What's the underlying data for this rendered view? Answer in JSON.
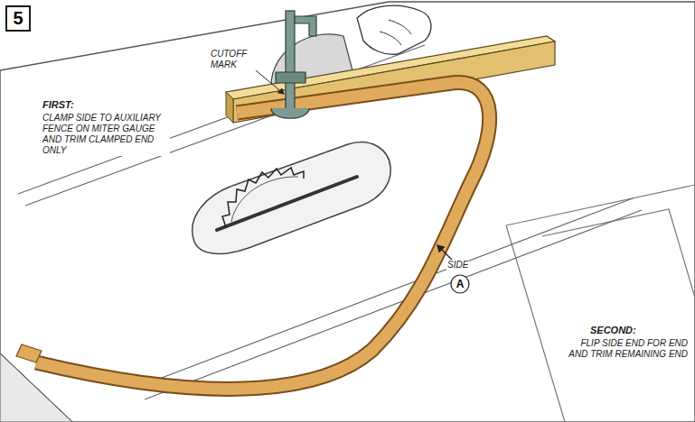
{
  "diagram": {
    "nodes": [
      {
        "text": [
          "5"
        ]
      },
      {
        "text": [
          "A"
        ]
      }
    ],
    "labels": [
      "CUTOFF MARK",
      "FIRST:",
      "CLAMP SIDE TO AUXILIARY FENCE ON MITER GAUGE AND TRIM CLAMPED END ONLY",
      "SIDE",
      "SECOND:",
      "FLIP SIDE END FOR END AND TRIM REMAINING END"
    ]
  }
}
